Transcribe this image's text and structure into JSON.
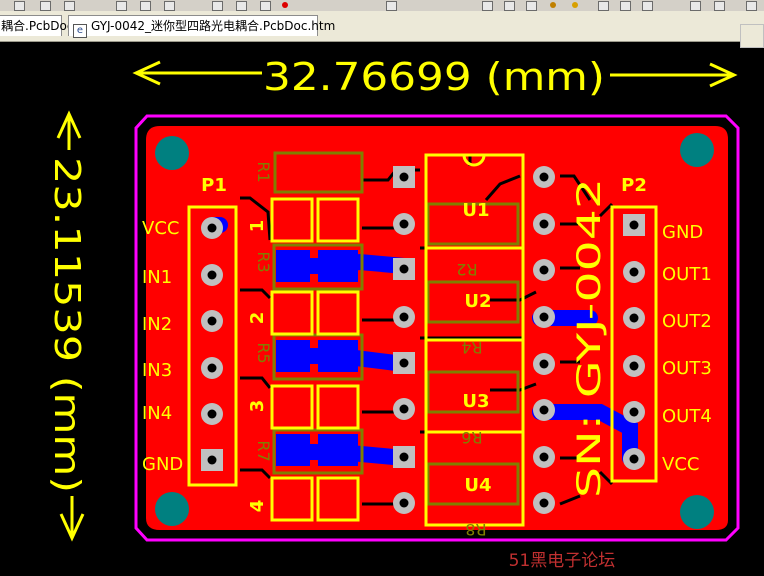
{
  "tabs": [
    {
      "label": "耦合.PcbDoc"
    },
    {
      "label": "GYJ-0042_迷你型四路光电耦合.PcbDoc.htm"
    }
  ],
  "dimensions": {
    "width": "32.76699 (mm)",
    "height": "23.11539 (mm)"
  },
  "board": {
    "serial": "SN: GYJ-0042",
    "connector_left": {
      "name": "P1",
      "pins": [
        "VCC",
        "IN1",
        "IN2",
        "IN3",
        "IN4",
        "GND"
      ]
    },
    "connector_right": {
      "name": "P2",
      "pins": [
        "GND",
        "OUT1",
        "OUT2",
        "OUT3",
        "OUT4",
        "VCC"
      ]
    },
    "ics": [
      "U1",
      "U2",
      "U3",
      "U4"
    ],
    "channel_numbers": [
      "1",
      "2",
      "3",
      "4"
    ],
    "resistor_labels": [
      "R1",
      "R3",
      "R5",
      "R7"
    ],
    "resistor_labels_mirrored": [
      "R2",
      "R4",
      "R6",
      "R8"
    ]
  },
  "watermark": "51黑电子论坛",
  "colors": {
    "background": "#000000",
    "copper_top": "#ff0000",
    "copper_bottom": "#0000ff",
    "silkscreen": "#ffff00",
    "outline": "#ff00ff",
    "mounting_hole": "#008080",
    "overlay_silk": "#808000"
  }
}
